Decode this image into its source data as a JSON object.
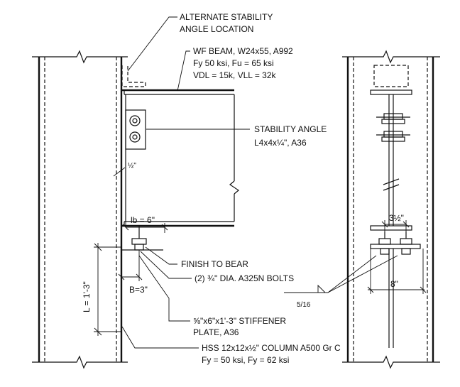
{
  "labels": {
    "alt_angle_1": "ALTERNATE STABILITY",
    "alt_angle_2": "ANGLE LOCATION",
    "beam_1": "WF BEAM, W24x55, A992",
    "beam_2": "Fy 50 ksi, Fu = 65 ksi",
    "beam_3": "VDL = 15k,  VLL = 32k",
    "stab_1": "STABILITY ANGLE",
    "stab_2": "L4x4x¼\", A36",
    "half_in": "½\"",
    "lb": "lb = 6\"",
    "finish": "FINISH TO BEAR",
    "bolts": "(2) ¾\" DIA. A325N BOLTS",
    "b_dim": "B=3\"",
    "l_dim": "L = 1'-3\"",
    "stiff_1": "⅝\"x6\"x1'-3\" STIFFENER",
    "stiff_2": "PLATE, A36",
    "hss_1": "HSS 12x12x½\" COLUMN A500 Gr C",
    "hss_2": "Fy = 50 ksi, Fy = 62 ksi",
    "three_half": "3½\"",
    "eight_in": "8\"",
    "weld": "5/16"
  }
}
